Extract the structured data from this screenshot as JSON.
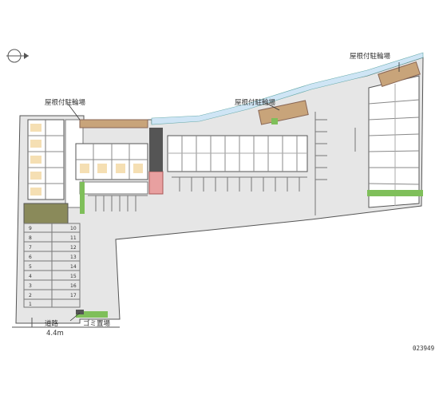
{
  "labels": {
    "bike_parking_left": "屋根付駐輪場",
    "bike_parking_center": "屋根付駐輪場",
    "bike_parking_right": "屋根付駐輪場",
    "road": "道路",
    "road_width": "4.4m",
    "garbage": "ゴミ置場",
    "property_code": "023949"
  },
  "parking_numbers_left": [
    "1",
    "2",
    "3",
    "4",
    "5",
    "6",
    "7",
    "8",
    "9"
  ],
  "parking_numbers_right": [
    "10",
    "11",
    "12",
    "13",
    "14",
    "15",
    "16",
    "17"
  ],
  "colors": {
    "lot": "#e6e6e6",
    "building": "#ffffff",
    "green": "#7fbf5a",
    "water": "#cfe5f5",
    "parking_brown": "#c8a47a",
    "accent_red": "#e8a0a0"
  }
}
